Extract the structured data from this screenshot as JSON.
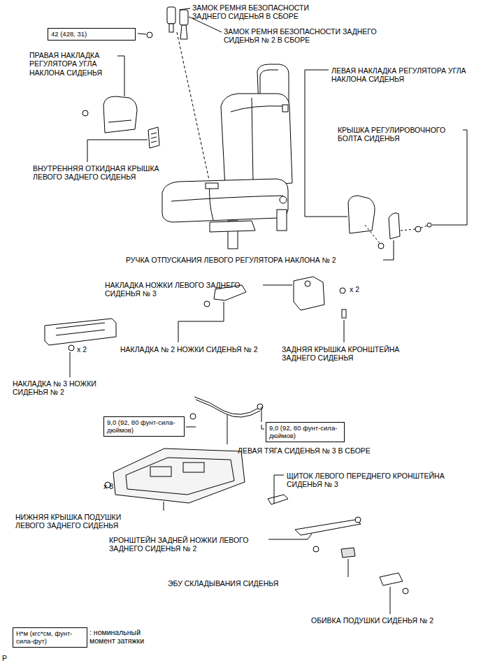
{
  "diagram": {
    "nodes": [
      {
        "text": [
          "42 (428, 31)"
        ]
      },
      {
        "text": [
          "9,0 (92, 80 фунт-сила-дюймов)"
        ]
      },
      {
        "text": [
          "9,0 (92, 80 фунт-сила-дюймов)"
        ]
      },
      {
        "text": [
          "Н*м (кгс*см, фунт-сила-фут)"
        ]
      }
    ],
    "labels": [
      "ЗАМОК РЕМНЯ БЕЗОПАСНОСТИ ЗАДНЕГО СИДЕНЬЯ В СБОРЕ",
      "ЗАМОК РЕМНЯ БЕЗОПАСНОСТИ ЗАДНЕГО СИДЕНЬЯ № 2 В СБОРЕ",
      "ПРАВАЯ НАКЛАДКА РЕГУЛЯТОРА УГЛА НАКЛОНА СИДЕНЬЯ",
      "ЛЕВАЯ НАКЛАДКА РЕГУЛЯТОРА УГЛА НАКЛОНА СИДЕНЬЯ",
      "КРЫШКА РЕГУЛИРОВОЧНОГО БОЛТА СИДЕНЬЯ",
      "ВНУТРЕННЯЯ ОТКИДНАЯ КРЫШКА ЛЕВОГО ЗАДНЕГО СИДЕНЬЯ",
      "РУЧКА ОТПУСКАНИЯ ЛЕВОГО РЕГУЛЯТОРА НАКЛОНА № 2",
      "НАКЛАДКА НОЖКИ ЛЕВОГО ЗАДНЕГО СИДЕНЬЯ № 3",
      "x 2",
      "x 2",
      "НАКЛАДКА № 2 НОЖКИ СИДЕНЬЯ № 2",
      "ЗАДНЯЯ КРЫШКА КРОНШТЕЙНА ЗАДНЕГО СИДЕНЬЯ",
      "НАКЛАДКА № 3 НОЖКИ СИДЕНЬЯ № 2",
      "ЛЕВАЯ ТЯГА СИДЕНЬЯ № 3 В СБОРЕ",
      "ЩИТОК ЛЕВОГО ПЕРЕДНЕГО КРОНШТЕЙНА СИДЕНЬЯ № 3",
      "x 8",
      "НИЖНЯЯ КРЫШКА ПОДУШКИ ЛЕВОГО ЗАДНЕГО СИДЕНЬЯ",
      "КРОНШТЕЙН ЗАДНЕЙ НОЖКИ ЛЕВОГО ЗАДНЕГО СИДЕНЬЯ № 2",
      "ЭБУ СКЛАДЫВАНИЯ СИДЕНЬЯ",
      "ОБИВКА ПОДУШКИ СИДЕНЬЯ № 2",
      ": номинальный момент затяжки",
      "P"
    ]
  }
}
